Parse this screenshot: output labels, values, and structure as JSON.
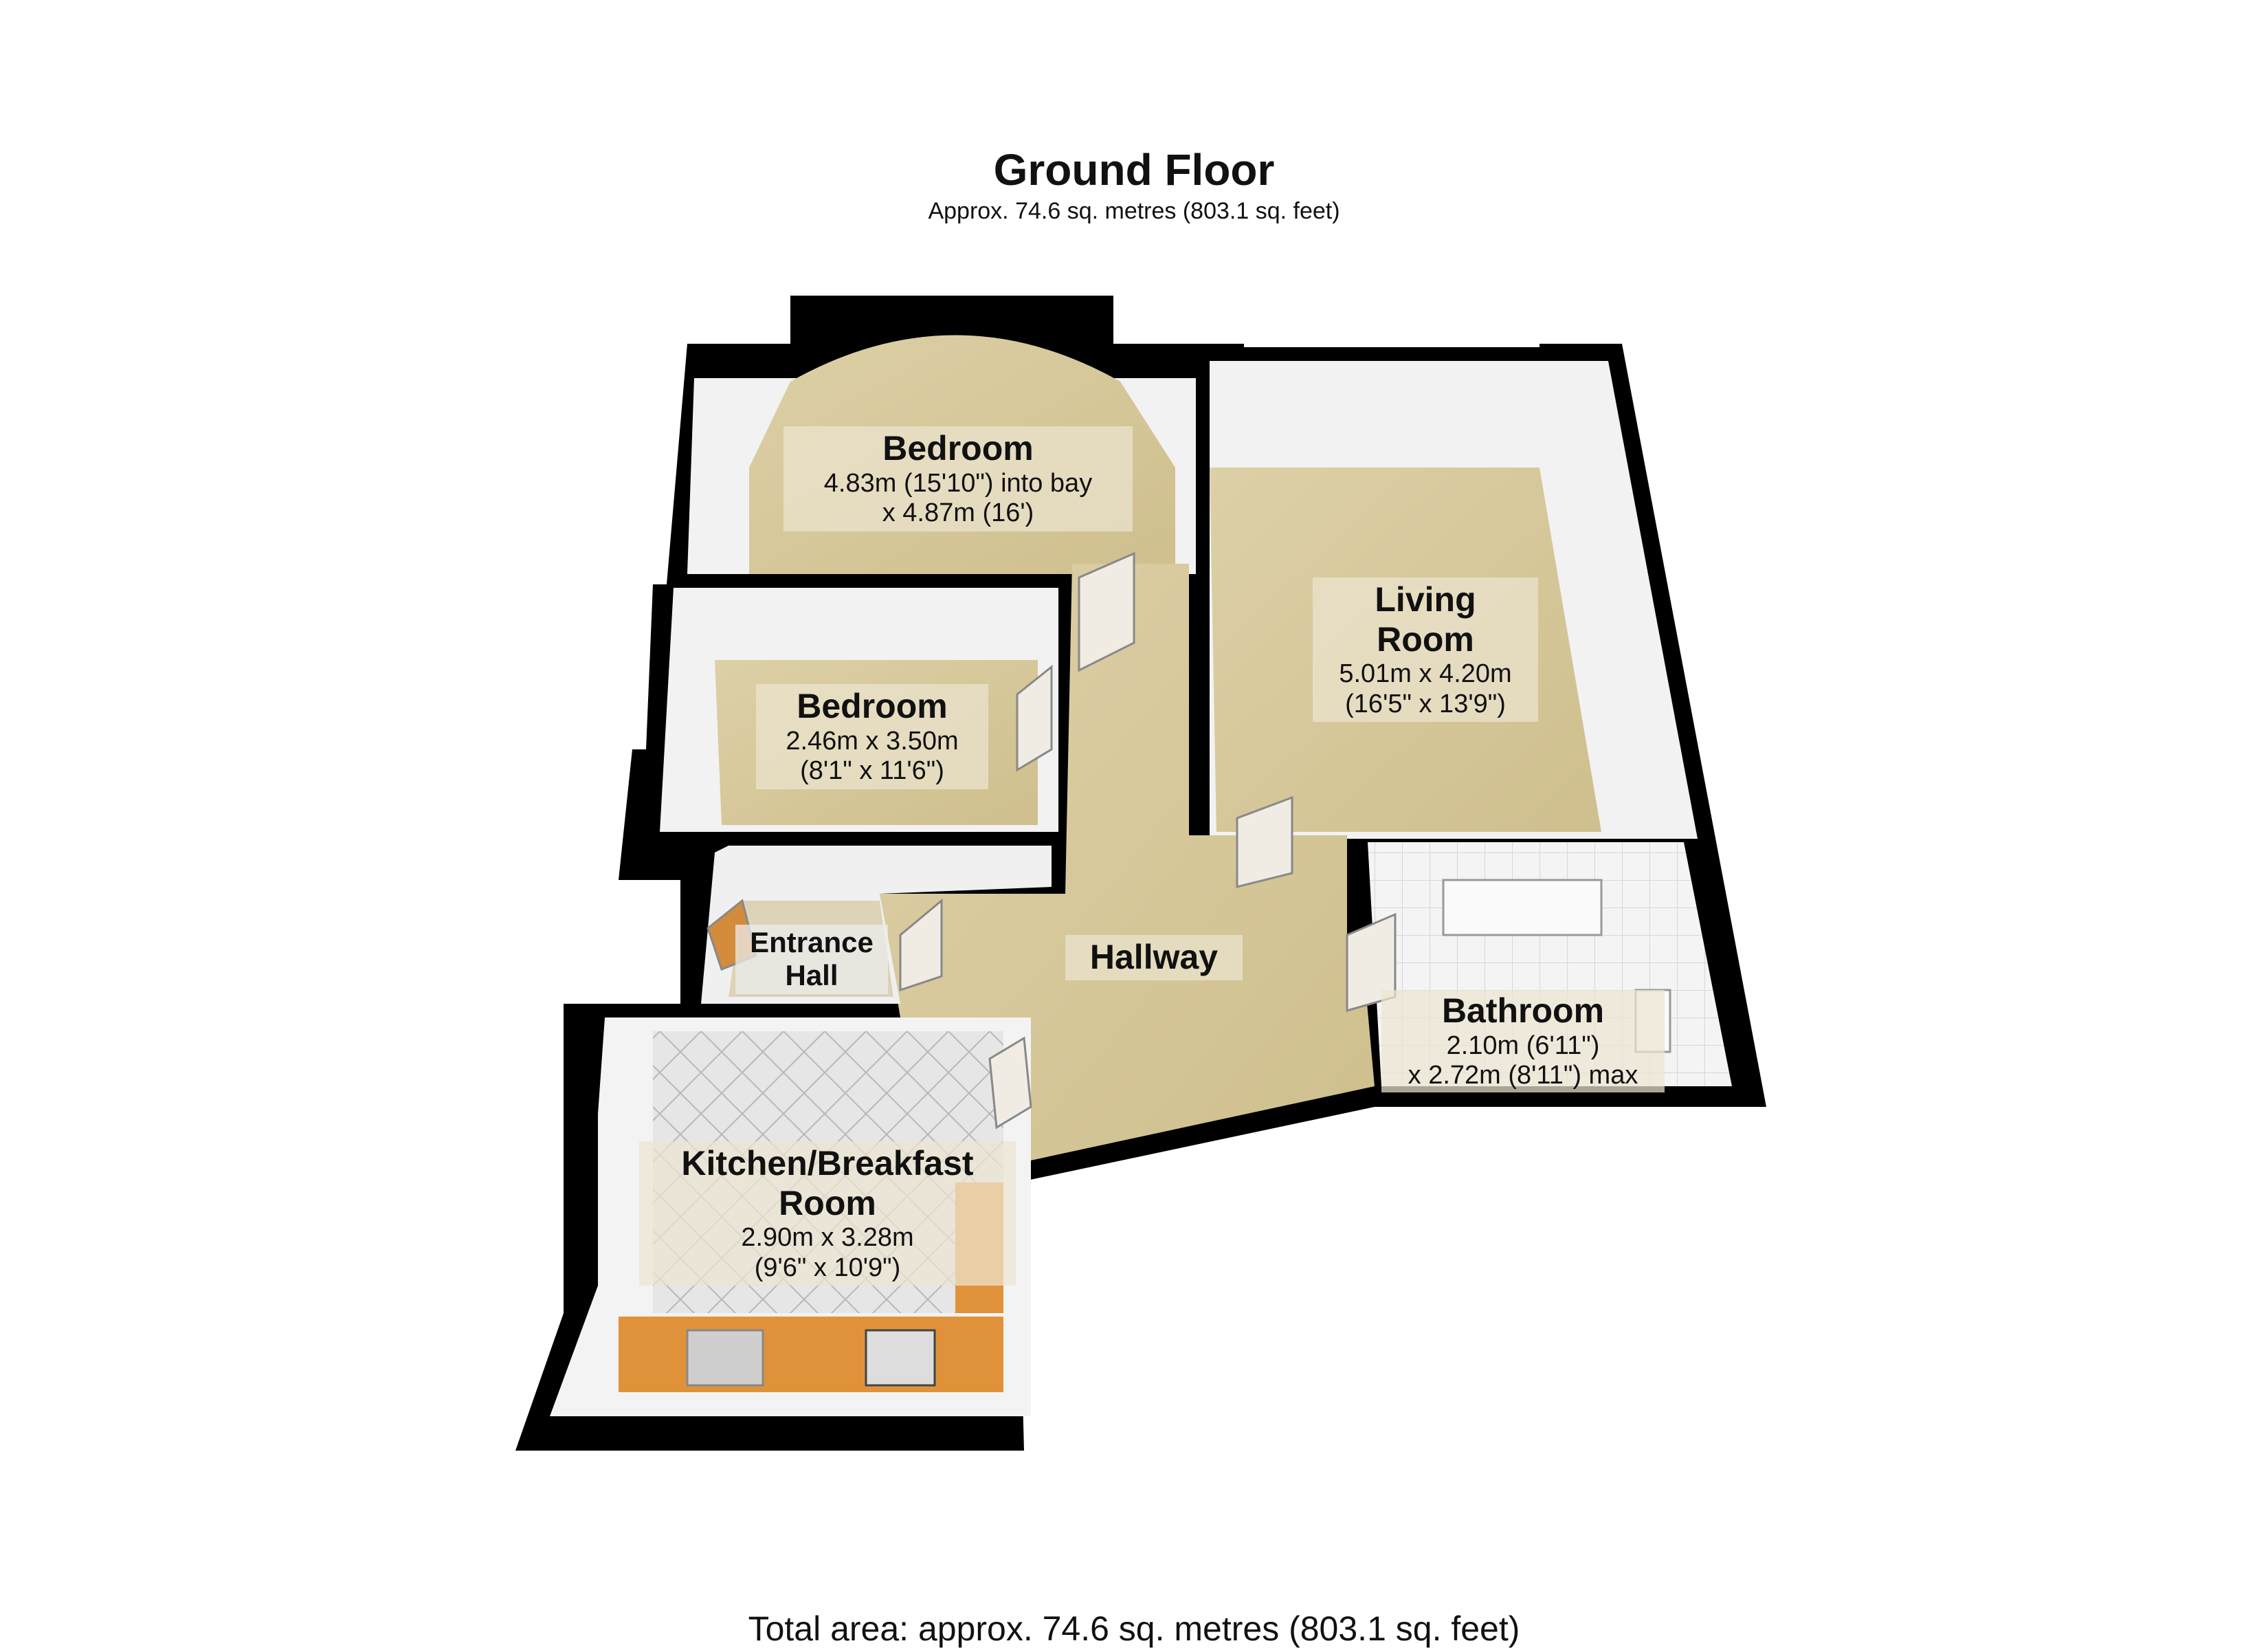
{
  "header": {
    "title": "Ground Floor",
    "subtitle": "Approx. 74.6 sq. metres (803.1 sq. feet)"
  },
  "rooms": {
    "bedroom1": {
      "name": "Bedroom",
      "dim1": "4.83m (15'10\") into bay",
      "dim2": "x 4.87m (16')"
    },
    "bedroom2": {
      "name": "Bedroom",
      "dim1": "2.46m x 3.50m",
      "dim2": "(8'1\" x 11'6\")"
    },
    "living": {
      "name1": "Living",
      "name2": "Room",
      "dim1": "5.01m x 4.20m",
      "dim2": "(16'5\" x 13'9\")"
    },
    "entrance": {
      "name1": "Entrance",
      "name2": "Hall"
    },
    "hallway": {
      "name": "Hallway"
    },
    "bathroom": {
      "name": "Bathroom",
      "dim1": "2.10m (6'11\")",
      "dim2": "x 2.72m (8'11\") max"
    },
    "kitchen": {
      "name1": "Kitchen/Breakfast",
      "name2": "Room",
      "dim1": "2.90m x 3.28m",
      "dim2": "(9'6\" x 10'9\")"
    }
  },
  "footer": {
    "total": "Total area: approx. 74.6 sq. metres (803.1 sq. feet)"
  },
  "colors": {
    "wall": "#000000",
    "carpet": "#d8c99c",
    "wall_face": "#f2f2f2",
    "tile": "#e4e4e4",
    "worktop": "#e0923a",
    "door": "#f0ece4"
  }
}
